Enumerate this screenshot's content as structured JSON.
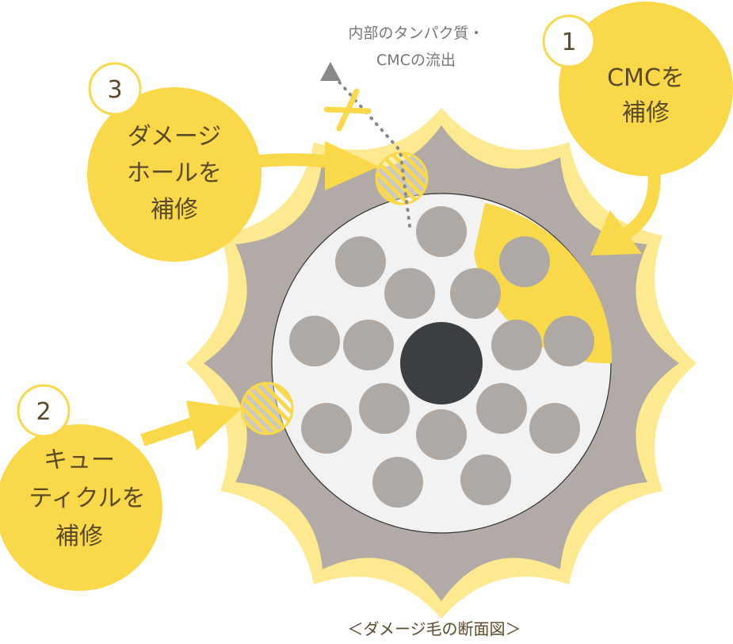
{
  "colors": {
    "yellow": "#f9d84a",
    "halo": "#fde98f",
    "cuticle": "#b1aaa7",
    "cortex": "#f2f2f2",
    "fiber": "#aea9a5",
    "medulla": "#3c3f42",
    "text": "#5a4a2a"
  },
  "outflow_label": [
    "内部のタンパク質・",
    "CMCの流出"
  ],
  "callouts": [
    {
      "number": "1",
      "lines": [
        "CMCを",
        "補修"
      ]
    },
    {
      "number": "2",
      "lines": [
        "キュー",
        "ティクルを",
        "補修"
      ]
    },
    {
      "number": "3",
      "lines": [
        "ダメージ",
        "ホールを",
        "補修"
      ]
    }
  ],
  "caption": "＜ダメージ毛の断面図＞"
}
